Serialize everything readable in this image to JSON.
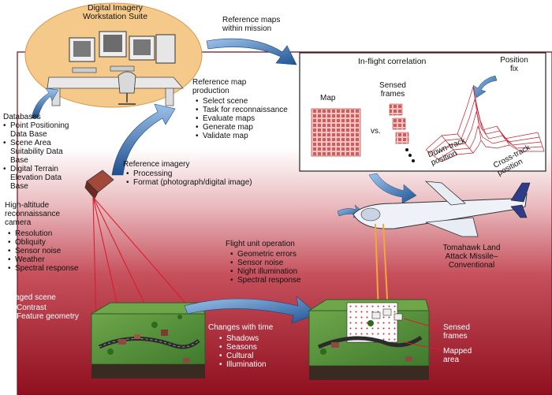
{
  "workstation": {
    "title_line1": "Digital Imagery",
    "title_line2": "Workstation Suite"
  },
  "reference_maps": {
    "line1": "Reference maps",
    "line2": "within mission"
  },
  "databases": {
    "heading": "Databases",
    "items": [
      {
        "line1": "Point Positioning",
        "line2": "Data Base"
      },
      {
        "line1": "Scene Area",
        "line2": "Suitability Data",
        "line3": "Base"
      },
      {
        "line1": "Digital Terrain",
        "line2": "Elevation Data",
        "line3": "Base"
      }
    ]
  },
  "map_production": {
    "heading_line1": "Reference map",
    "heading_line2": "production",
    "items": [
      "Select scene",
      "Task for reconnaissance",
      "Evaluate maps",
      "Generate map",
      "Validate map"
    ]
  },
  "inflight": {
    "title": "In-flight correlation",
    "map_label": "Map",
    "sensed_line1": "Sensed",
    "sensed_line2": "frames",
    "vs": "vs.",
    "position_fix_line1": "Position",
    "position_fix_line2": "fix",
    "down_track_line1": "Down-track",
    "down_track_line2": "position",
    "cross_track_line1": "Cross-track",
    "cross_track_line2": "position"
  },
  "reference_imagery": {
    "heading": "Reference imagery",
    "items": [
      "Processing",
      "Format (photograph/digital image)"
    ]
  },
  "camera": {
    "heading_line1": "High-altitude",
    "heading_line2": "reconnaissance",
    "heading_line3": "camera",
    "items": [
      "Resolution",
      "Obliquity",
      "Sensor noise",
      "Weather",
      "Spectral response"
    ]
  },
  "flight_unit": {
    "heading": "Flight unit operation",
    "items": [
      "Geometric errors",
      "Sensor noise",
      "Night illumination",
      "Spectral response"
    ]
  },
  "missile": {
    "line1": "Tomahawk Land",
    "line2": "Attack Missile–",
    "line3": "Conventional"
  },
  "imaged_scene": {
    "heading": "Imaged scene",
    "items": [
      "Contrast",
      "Feature geometry"
    ]
  },
  "changes": {
    "heading": "Changes with time",
    "items": [
      "Shadows",
      "Seasons",
      "Cultural",
      "Illumination"
    ]
  },
  "sensed_frames_label": {
    "line1": "Sensed",
    "line2": "frames"
  },
  "mapped_area_label": {
    "line1": "Mapped",
    "line2": "area"
  },
  "colors": {
    "red": "#b3182a",
    "dark_red": "#7a0d18",
    "blue_arrow": "#2a66a8",
    "workstation_bg": "#f5c98a",
    "grid_red": "#d44a4a"
  }
}
